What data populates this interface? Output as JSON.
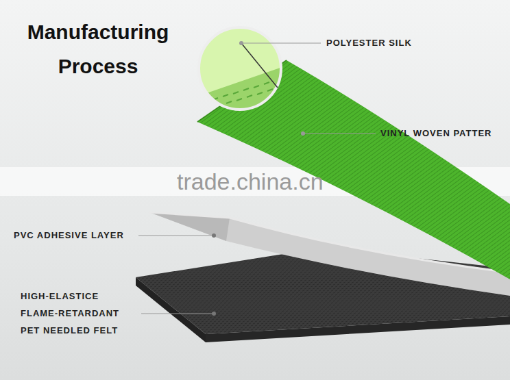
{
  "diagram": {
    "title": "Manufacturing Process",
    "labels": [
      "POLYESTER SILK",
      "VINYL WOVEN PATTER",
      "PVC ADHESIVE LAYER",
      "HIGH-ELASTICE FLAME-RETARDANT PET NEEDLED FELT",
      "trade.china.cn"
    ]
  }
}
